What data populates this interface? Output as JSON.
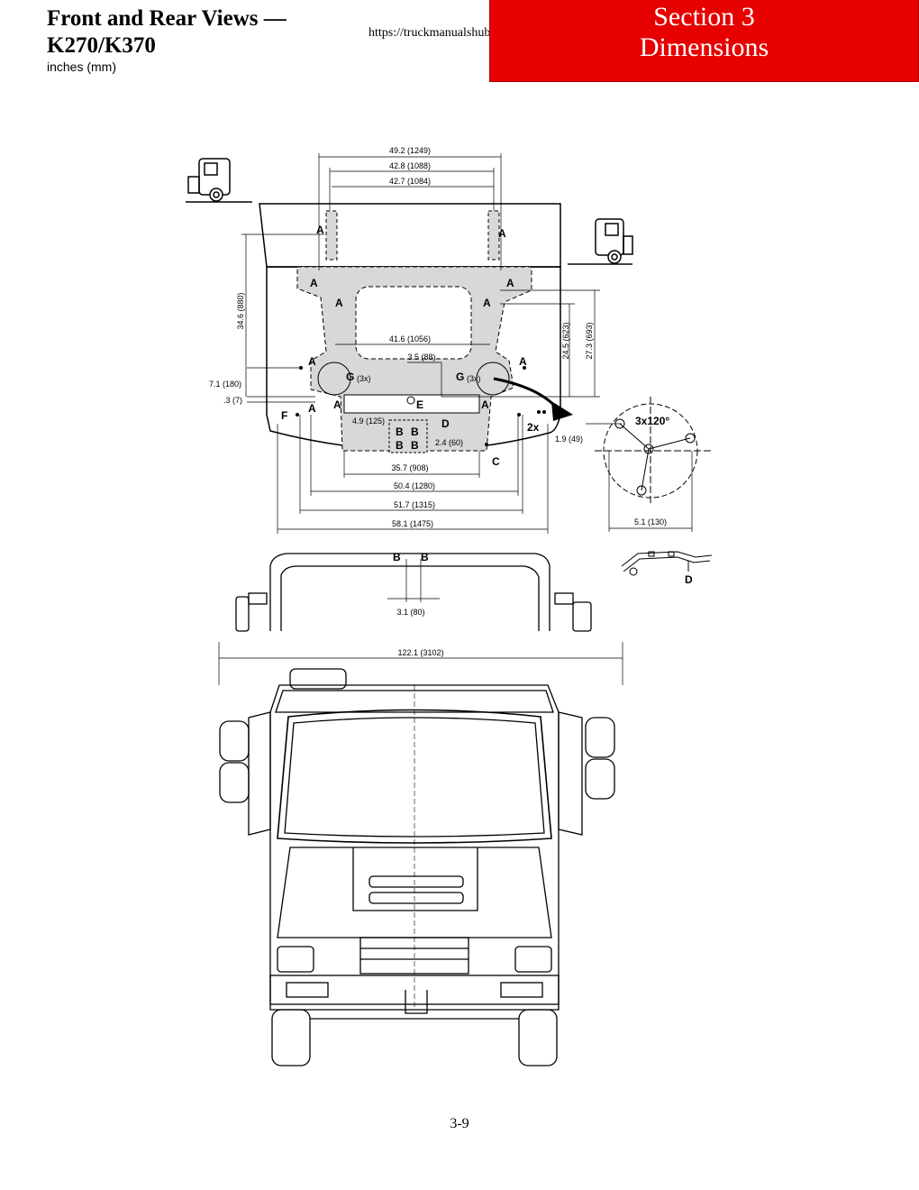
{
  "header": {
    "title": "Front and Rear Views — K270/K370",
    "units": "inches (mm)",
    "url": "https://truckmanualshub.com/",
    "section_line1": "Section 3",
    "section_line2": "Dimensions"
  },
  "dimensions": {
    "d_49_2": "49.2 (1249)",
    "d_42_8": "42.8 (1088)",
    "d_42_7": "42.7 (1084)",
    "d_34_6": "34.6 (880)",
    "d_41_6": "41.6 (1056)",
    "d_3_5": "3.5 (88)",
    "d_7_1": "7.1 (180)",
    "d_0_3": ".3 (7)",
    "d_4_9": "4.9 (125)",
    "d_2_4": "2.4 (60)",
    "d_24_5": "24.5 (623)",
    "d_27_3": "27.3 (693)",
    "d_1_9": "1.9 (49)",
    "d_35_7": "35.7 (908)",
    "d_50_4": "50.4 (1280)",
    "d_51_7": "51.7 (1315)",
    "d_58_1": "58.1 (1475)",
    "d_5_1": "5.1 (130)",
    "d_3_1": "3.1 (80)",
    "d_122_1": "122.1 (3102)"
  },
  "labels": {
    "a": "A",
    "b": "B",
    "c": "C",
    "d": "D",
    "e": "E",
    "f": "F",
    "g": "G",
    "g_count": "(3x)",
    "two_x": "2x",
    "angle": "3x120°"
  },
  "footer": {
    "page_number": "3-9"
  }
}
